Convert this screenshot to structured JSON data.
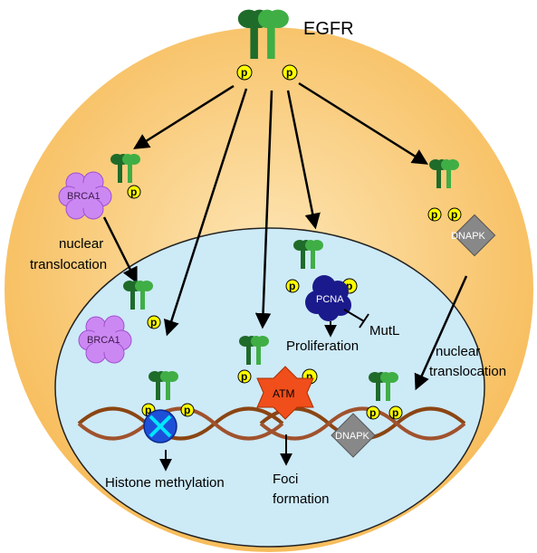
{
  "title": "EGFR",
  "phospho": "p",
  "labels": {
    "brca1": "BRCA1",
    "dnapk": "DNAPK",
    "pcna": "PCNA",
    "atm": "ATM",
    "mutl": "MutL",
    "proliferation": "Proliferation",
    "histone": "Histone methylation",
    "foci_1": "Foci",
    "foci_2": "formation",
    "nuclear_1": "nuclear",
    "translocation": "translocation"
  },
  "colors": {
    "cell": "#f7bd5c",
    "cell_center": "#fde6b6",
    "nucleus": "#cdeaf7",
    "egfr_dark": "#1f6b2a",
    "egfr_light": "#3fae45",
    "phospho": "#ffff00",
    "brca1": "#cc88f2",
    "dnapk": "#888888",
    "pcna": "#1a1a8c",
    "atm": "#f04e1b",
    "dna": "#8b4513",
    "enzyme": "#1e4fd8",
    "enzyme_x": "#00e5ff"
  }
}
